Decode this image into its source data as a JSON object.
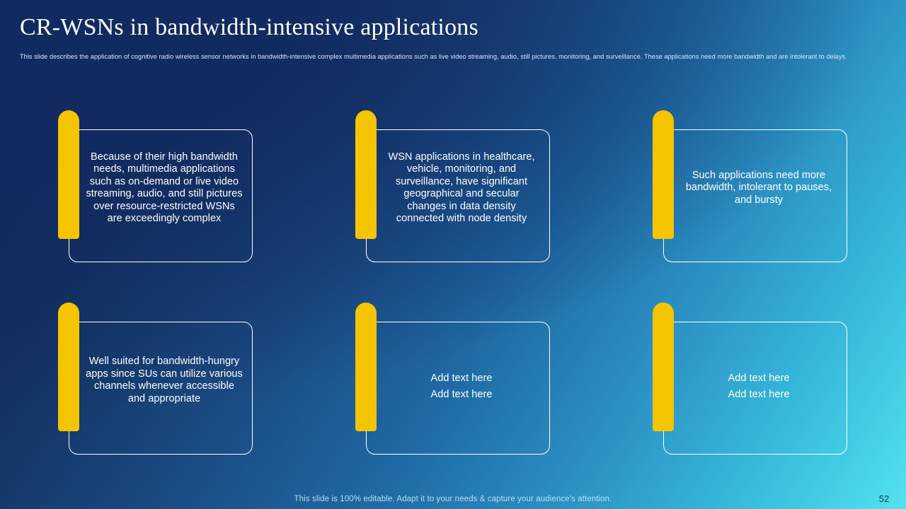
{
  "header": {
    "title": "CR-WSNs in bandwidth-intensive applications",
    "subtitle": "This slide describes the application of cognitive radio wireless sensor networks in bandwidth-intensive complex multimedia applications such as live video streaming, audio, still pictures, monitoring, and surveillance. These applications need more bandwidth and are intolerant to delays."
  },
  "colors": {
    "accent_bar": "#F5C400",
    "background_start": "#12275C",
    "background_end": "#55E2F0",
    "card_border": "#FFFFFF",
    "text": "#FFFFFF"
  },
  "cards": [
    {
      "id": "card-1",
      "text": "Because of their high bandwidth needs, multimedia applications such as on-demand or live video streaming, audio, and still pictures over resource-restricted WSNs are exceedingly complex",
      "placeholder": false
    },
    {
      "id": "card-2",
      "text": "WSN applications in healthcare, vehicle, monitoring, and surveillance, have significant geographical and secular changes in data density connected with node density",
      "placeholder": false
    },
    {
      "id": "card-3",
      "text": "Such applications need more bandwidth, intolerant to pauses, and bursty",
      "placeholder": false
    },
    {
      "id": "card-4",
      "text": "Well suited for bandwidth-hungry apps since SUs can utilize various channels whenever accessible and appropriate",
      "placeholder": false
    },
    {
      "id": "card-5",
      "placeholder": true,
      "line1": "Add text here",
      "line2": "Add text here"
    },
    {
      "id": "card-6",
      "placeholder": true,
      "line1": "Add text here",
      "line2": "Add text here"
    }
  ],
  "footer": {
    "note": "This slide is 100% editable. Adapt it to your needs & capture your audience's attention.",
    "page_number": "52"
  }
}
